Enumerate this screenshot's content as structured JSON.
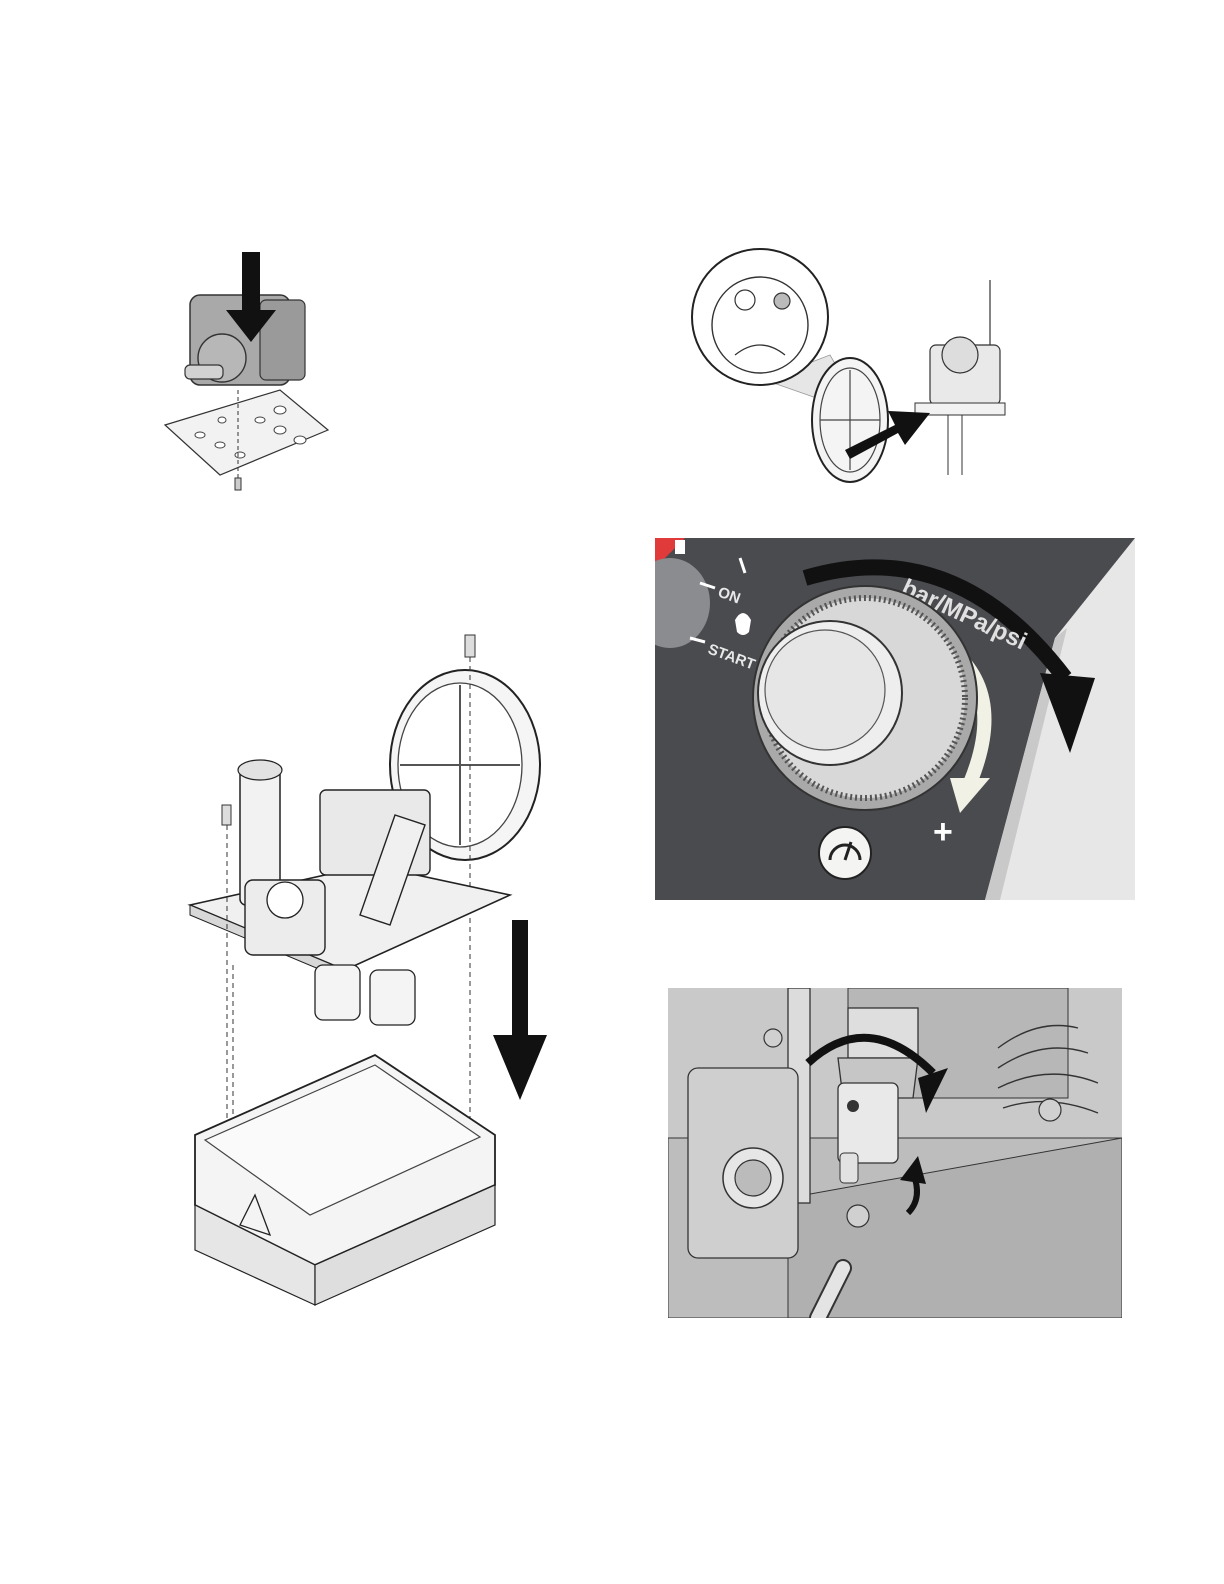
{
  "page": {
    "background": "#ffffff"
  },
  "figures": {
    "pump_mount": {
      "icon": "pump-mount-arrow-icon"
    },
    "belt_align": {
      "icon": "belt-alignment-magnifier-icon"
    },
    "pump_remove": {
      "icon": "pump-removal-down-arrow-icon"
    },
    "pressure_knob": {
      "on_label": "ON",
      "start_label": "START",
      "unit_label": "bar/MPa/psi",
      "plus_label": "+",
      "panel_accent": "#e03a3a",
      "panel_color": "#4a4b4f"
    },
    "nut_tighten": {
      "icon": "rotate-arrows-icon"
    }
  }
}
